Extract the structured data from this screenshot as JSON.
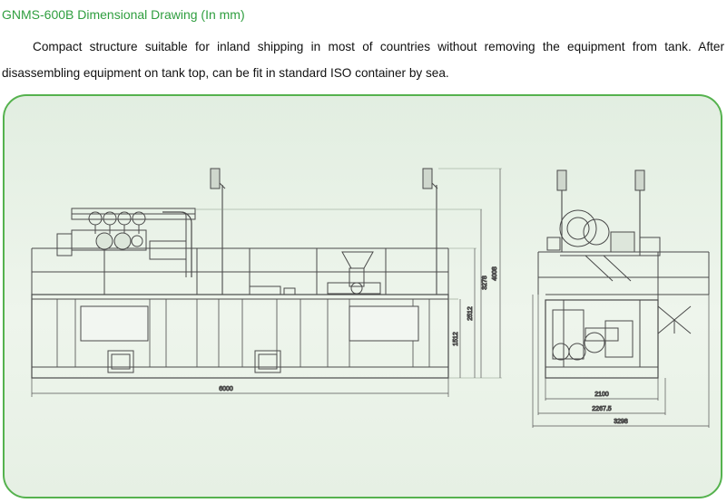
{
  "heading": "GNMS-600B Dimensional Drawing (In mm)",
  "description": "Compact structure suitable for inland shipping in most of countries without removing the equipment from tank. After disassembling equipment on tank top, can be fit in standard ISO container by sea.",
  "drawing": {
    "side_view": {
      "length": "6000",
      "height_1": "1512",
      "height_2": "2512",
      "height_3": "3278",
      "height_4": "4008"
    },
    "end_view": {
      "width_1": "2100",
      "width_2": "2267.5",
      "width_3": "3298"
    }
  },
  "colors": {
    "heading": "#2f9e3f",
    "panel_border": "#55b24e",
    "panel_fill": "#e9f2e7",
    "line": "#4a4a4a"
  }
}
